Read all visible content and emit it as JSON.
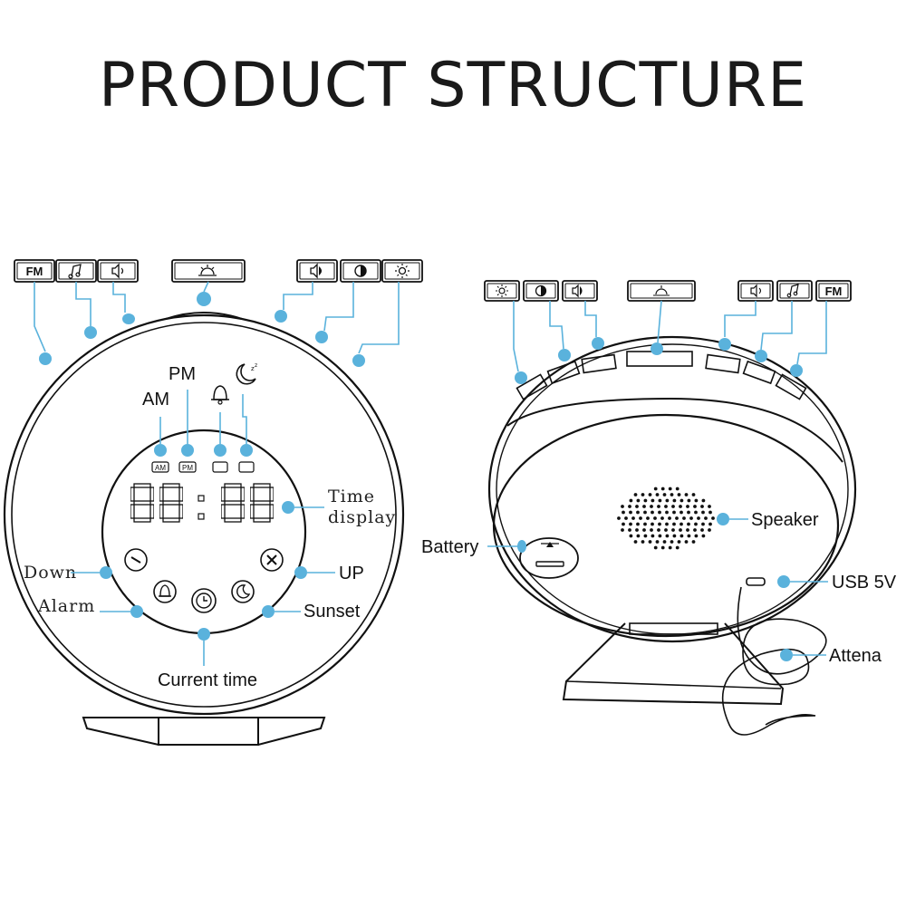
{
  "title": "PRODUCT STRUCTURE",
  "front": {
    "buttons": {
      "fm": "FM"
    },
    "labels": {
      "pm": "PM",
      "am": "AM",
      "time_display_line1": "Time",
      "time_display_line2": "display",
      "down": "Down",
      "alarm": "Alarm",
      "up": "UP",
      "sunset": "Sunset",
      "current_time": "Current time"
    },
    "indicators": {
      "am": "AM",
      "pm": "PM"
    },
    "digits": "88:88"
  },
  "back": {
    "buttons": {
      "fm": "FM"
    },
    "labels": {
      "battery": "Battery",
      "speaker": "Speaker",
      "usb": "USB 5V",
      "antenna": "Attena"
    }
  },
  "colors": {
    "callout": "#5ab2dc",
    "outline": "#111111"
  },
  "icons": [
    "music-note-icon",
    "volume-icon",
    "sunrise-icon",
    "volume-up-icon",
    "contrast-icon",
    "brightness-icon",
    "moon-icon",
    "bell-icon",
    "plus-icon",
    "minus-icon",
    "clock-icon"
  ]
}
